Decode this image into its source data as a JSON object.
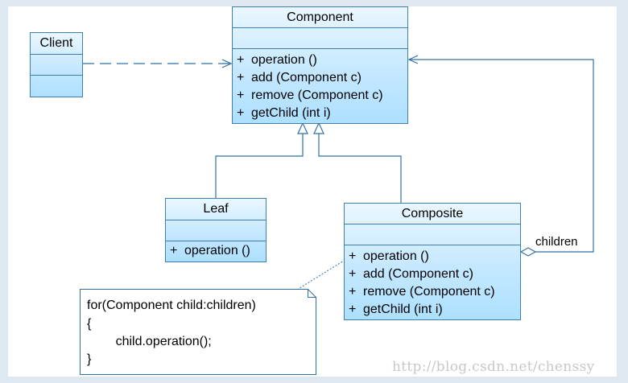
{
  "classes": {
    "component": {
      "name": "Component",
      "operations": [
        {
          "vis": "+",
          "text": "operation ()"
        },
        {
          "vis": "+",
          "text": "add (Component c)"
        },
        {
          "vis": "+",
          "text": "remove (Component c)"
        },
        {
          "vis": "+",
          "text": "getChild (int i)"
        }
      ]
    },
    "client": {
      "name": "Client"
    },
    "leaf": {
      "name": "Leaf",
      "operations": [
        {
          "vis": "+",
          "text": "operation ()"
        }
      ]
    },
    "composite": {
      "name": "Composite",
      "operations": [
        {
          "vis": "+",
          "text": "operation ()"
        },
        {
          "vis": "+",
          "text": "add (Component c)"
        },
        {
          "vis": "+",
          "text": "remove (Component c)"
        },
        {
          "vis": "+",
          "text": "getChild (int i)"
        }
      ]
    }
  },
  "association_label": "children",
  "note": {
    "lines": [
      "for(Component child:children)",
      "{",
      "        child.operation();",
      "}"
    ]
  },
  "watermark": "http://blog.csdn.net/chenssy",
  "colors": {
    "border": "#3d7fb0",
    "line": "#2f6fa8",
    "fill_top": "#eaf7ff",
    "fill_bottom": "#ade0ff"
  }
}
